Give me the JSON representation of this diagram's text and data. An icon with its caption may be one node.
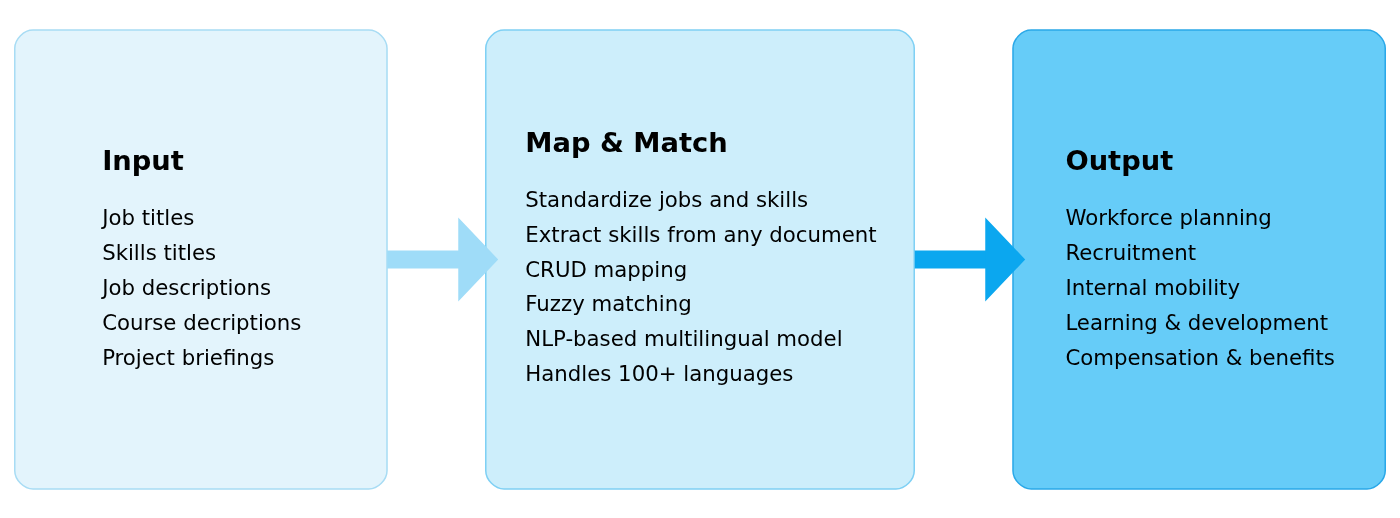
{
  "diagram": {
    "nodes": [
      {
        "text": [
          "Input",
          "Job titles",
          "Skills titles",
          "Job descriptions",
          "Course decriptions",
          "Project briefings"
        ]
      },
      {
        "text": [
          "Map & Match",
          "Standardize jobs and skills",
          "Extract skills from any document",
          "CRUD mapping",
          "Fuzzy matching",
          "NLP-based multilingual model",
          "Handles 100+ languages"
        ]
      },
      {
        "text": [
          "Output",
          "Workforce planning",
          "Recruitment",
          "Internal mobility",
          "Learning & development",
          "Compensation & benefits"
        ]
      }
    ],
    "edges": [
      {
        "from": 0,
        "to": 1,
        "arrow": "to",
        "color": "#9fdcf8"
      },
      {
        "from": 1,
        "to": 2,
        "arrow": "to",
        "color": "#0ba7ef"
      }
    ]
  }
}
